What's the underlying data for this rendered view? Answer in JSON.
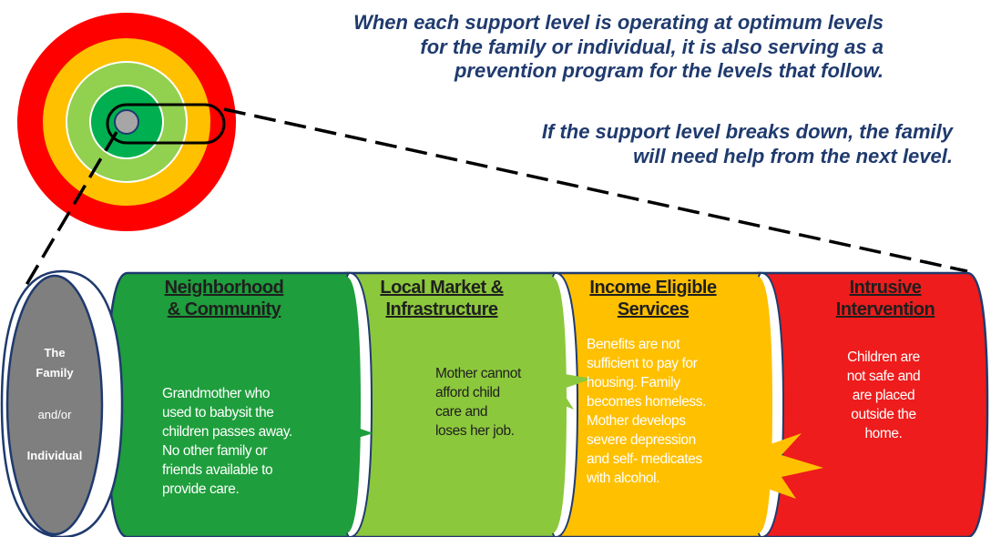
{
  "intro": {
    "line1": "When each support level is operating at optimum levels",
    "line2": "for the family or individual, it is also serving as a",
    "line3": "prevention program for the levels that follow.",
    "line4": "If the support level breaks down, the family",
    "line5": "will need help from the next level."
  },
  "family": {
    "line1": "The",
    "line2": "Family",
    "connector": "and/or",
    "line3": "Individual"
  },
  "segments": [
    {
      "title_line1": "Neighborhood",
      "title_line2": "& Community",
      "body": [
        "Grandmother who",
        "used to babysit the",
        "children passes away.",
        "No other family or",
        "friends available to",
        "provide care."
      ],
      "color": "#1e9e3c"
    },
    {
      "title_line1": "Local Market &",
      "title_line2": "Infrastructure",
      "body": [
        "Mother cannot",
        "afford child",
        "care and",
        "loses her job."
      ],
      "color": "#8cc83c"
    },
    {
      "title_line1": "Income Eligible",
      "title_line2": "Services",
      "body": [
        "Benefits are not",
        "sufficient to pay for",
        "housing.  Family",
        "becomes homeless.",
        "Mother develops",
        "severe depression",
        "and self- medicates",
        "with alcohol."
      ],
      "color": "#ffc000"
    },
    {
      "title_line1": "Intrusive",
      "title_line2": "Intervention",
      "body": [
        "Children are",
        "not safe and",
        "are  placed",
        "outside the",
        "home."
      ],
      "color": "#ee1c1c"
    }
  ],
  "colors": {
    "heading_text": "#1f3a6e",
    "outline": "#1f3a6e",
    "family_fill": "#7f7f7f",
    "ring_red": "#ff0000",
    "ring_yellow": "#ffc000",
    "ring_light_green": "#92d050",
    "ring_green": "#00b050",
    "ring_dark_green": "#009a3e",
    "center_gray": "#a6a6a6"
  },
  "icons": {
    "target": "concentric-rings-target-icon",
    "burst": "starburst-icon"
  }
}
